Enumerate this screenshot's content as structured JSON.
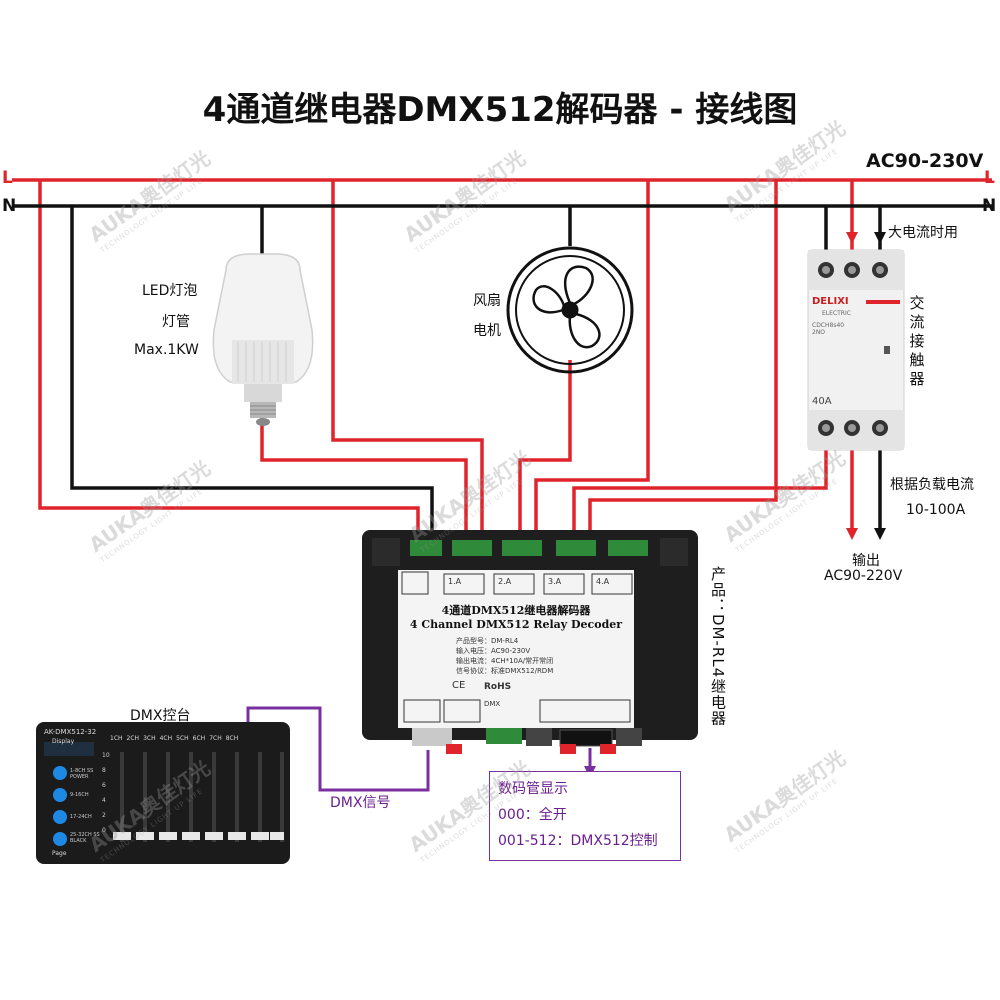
{
  "title": "4通道继电器DMX512解码器 - 接线图",
  "supply": {
    "live": "L",
    "neutral": "N",
    "voltage": "AC90-230V"
  },
  "bulb": {
    "line1": "LED灯泡",
    "line2": "灯管",
    "line3": "Max.1KW"
  },
  "fan": {
    "line1": "风扇",
    "line2": "电机"
  },
  "contactor": {
    "note_high_current": "大电流时用",
    "label": "交流接触器",
    "brand": "DELIXI",
    "sub": "ELECTRIC",
    "model": "CDCH8s40  2NO",
    "rating": "40A",
    "load_note1": "根据负载电流",
    "load_note2": "10-100A",
    "output1": "输出",
    "output2": "AC90-220V"
  },
  "decoder": {
    "name_cn": "4通道DMX512继电器解码器",
    "name_en": "4 Channel DMX512 Relay Decoder",
    "spec_model": "产品型号：DM-RL4",
    "spec_input": "输入电压：AC90-230V",
    "spec_output": "输出电流：4CH*10A/常开常闭",
    "spec_protocol": "信号协议：标准DMX512/RDM",
    "ce": "CE",
    "rohs": "RoHS",
    "dmx": "DMX",
    "product_label": "产品：DM-RL4继电器",
    "channels": [
      "1.A",
      "2.A",
      "3.A",
      "4.A"
    ]
  },
  "console": {
    "label": "DMX控台",
    "model": "AK-DMX512-32",
    "display": "Display",
    "channels": [
      "1CH",
      "2CH",
      "3CH",
      "4CH",
      "5CH",
      "6CH",
      "7CH",
      "8CH"
    ],
    "scale": [
      "10",
      "8",
      "6",
      "4",
      "2",
      "0"
    ],
    "page_buttons": [
      "1-8CH  SS POWER",
      "9-16CH",
      "17-24CH",
      "25-32CH  SS BLACK"
    ],
    "page": "Page",
    "signal_label": "DMX信号"
  },
  "display_info": {
    "title": "数码管显示",
    "line1": "000：全开",
    "line2": "001-512：DMX512控制"
  },
  "watermark": {
    "brand": "AUKA奥佳灯光",
    "tagline": "TECHNOLOGY LIGHT UP LIFE"
  },
  "colors": {
    "live": "#e0242c",
    "neutral": "#111111",
    "signal": "#7a2fa0"
  }
}
